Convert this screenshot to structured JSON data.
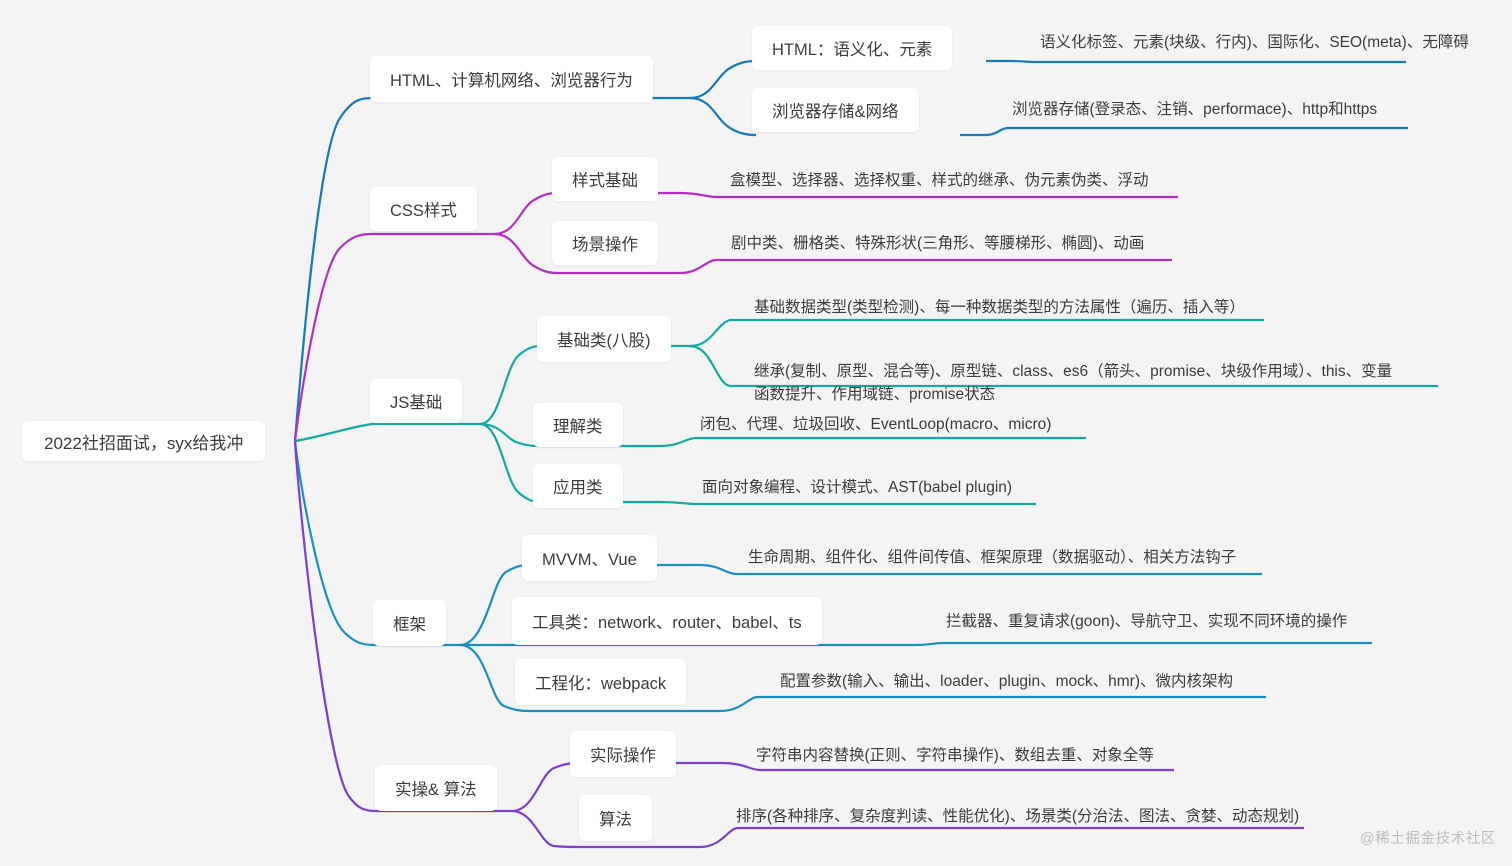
{
  "root": {
    "label": "2022社招面试，syx给我冲"
  },
  "watermark": "@稀土掘金技术社区",
  "colors": {
    "background": "#f4f4f5",
    "node_bg": "#ffffff",
    "text": "#3c3c3c",
    "branch_html": "#1a7ab5",
    "branch_css": "#b030c0",
    "branch_js": "#14ab9e",
    "branch_framework": "#1a8fc0",
    "branch_algo": "#7b3fd4",
    "watermark": "#bdbdbd"
  },
  "branches": [
    {
      "id": "html",
      "label": "HTML、计算机网络、浏览器行为",
      "color": "#1a7ab5",
      "children": [
        {
          "label": "HTML：语义化、元素",
          "leaf": "语义化标签、元素(块级、行内)、国际化、SEO(meta)、无障碍"
        },
        {
          "label": "浏览器存储&网络",
          "leaf": "浏览器存储(登录态、注销、performace)、http和https"
        }
      ]
    },
    {
      "id": "css",
      "label": "CSS样式",
      "color": "#b030c0",
      "children": [
        {
          "label": "样式基础",
          "leaf": "盒模型、选择器、选择权重、样式的继承、伪元素伪类、浮动"
        },
        {
          "label": "场景操作",
          "leaf": "剧中类、栅格类、特殊形状(三角形、等腰梯形、椭圆)、动画"
        }
      ]
    },
    {
      "id": "js",
      "label": "JS基础",
      "color": "#14ab9e",
      "children": [
        {
          "label": "基础类(八股)",
          "leaf": "基础数据类型(类型检测)、每一种数据类型的方法属性（遍历、插入等）",
          "leaf2": "继承(复制、原型、混合等)、原型链、class、es6（箭头、promise、块级作用域）、this、变量\n函数提升、作用域链、promise状态"
        },
        {
          "label": "理解类",
          "leaf": "闭包、代理、垃圾回收、EventLoop(macro、micro)"
        },
        {
          "label": "应用类",
          "leaf": "面向对象编程、设计模式、AST(babel plugin)"
        }
      ]
    },
    {
      "id": "framework",
      "label": "框架",
      "color": "#1a8fc0",
      "children": [
        {
          "label": "MVVM、Vue",
          "leaf": "生命周期、组件化、组件间传值、框架原理（数据驱动）、相关方法钩子"
        },
        {
          "label": "工具类：network、router、babel、ts",
          "leaf": "拦截器、重复请求(goon)、导航守卫、实现不同环境的操作"
        },
        {
          "label": "工程化：webpack",
          "leaf": "配置参数(输入、输出、loader、plugin、mock、hmr)、微内核架构"
        }
      ]
    },
    {
      "id": "algo",
      "label": "实操& 算法",
      "color": "#7b3fd4",
      "children": [
        {
          "label": "实际操作",
          "leaf": "字符串内容替换(正则、字符串操作)、数组去重、对象全等"
        },
        {
          "label": "算法",
          "leaf": "排序(各种排序、复杂度判读、性能优化)、场景类(分治法、图法、贪婪、动态规划)"
        }
      ]
    }
  ]
}
